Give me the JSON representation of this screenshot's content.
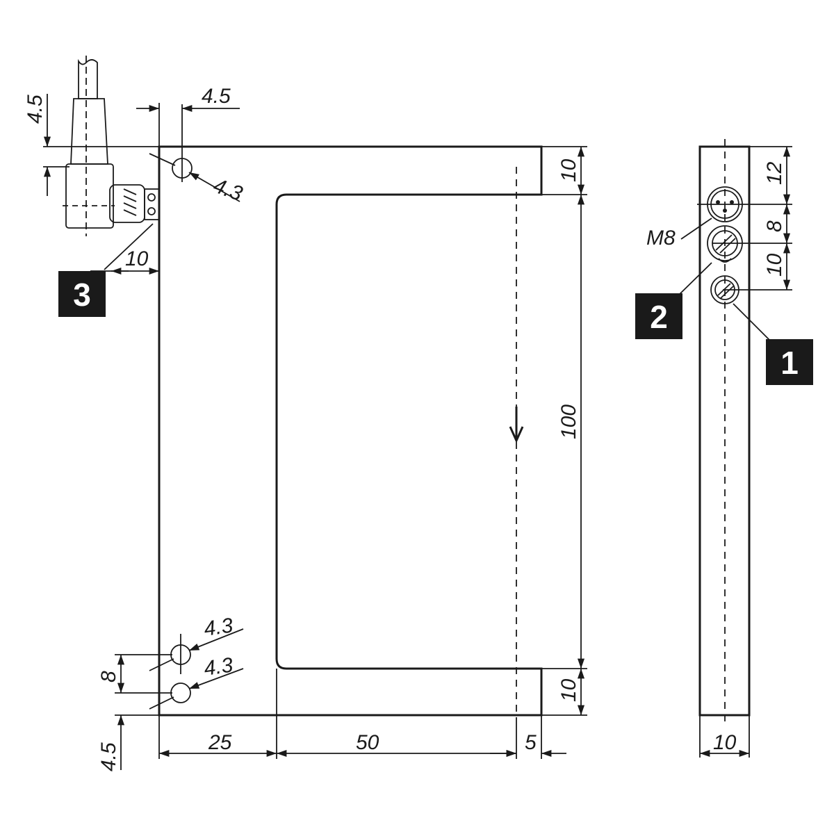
{
  "front_view": {
    "dimensions": {
      "top_offset": "4.5",
      "hole_offset_x": "4.5",
      "hole_top_dia": "4.3",
      "connector_depth": "10",
      "upper_arm": "10",
      "slot_height": "100",
      "lower_arm": "10",
      "hole_bottom_upper_dia": "4.3",
      "hole_bottom_lower_dia": "4.3",
      "hole_pitch": "8",
      "bottom_offset": "4.5",
      "width_back": "25",
      "width_slot": "50",
      "width_tip": "5"
    },
    "badge": "3"
  },
  "side_view": {
    "dimensions": {
      "top_to_connector": "12",
      "connector_to_led": "8",
      "led_to_pot": "10",
      "thread": "M8",
      "width": "10"
    },
    "badges": [
      "2",
      "1"
    ]
  }
}
